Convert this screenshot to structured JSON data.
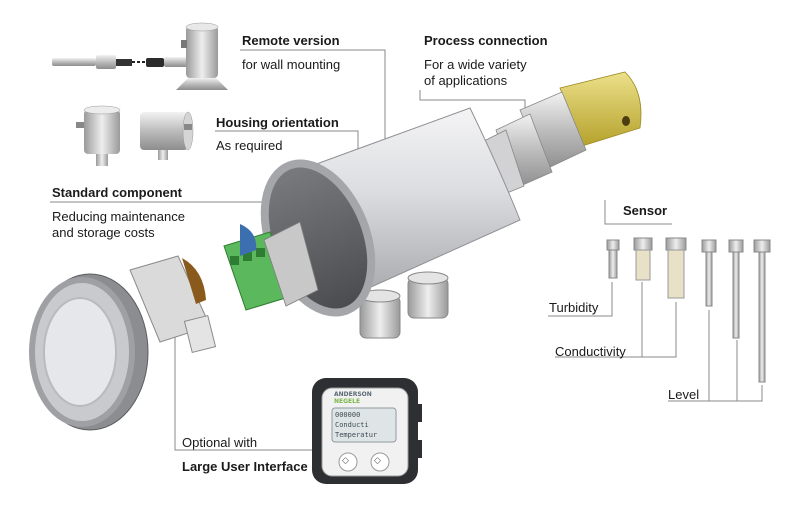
{
  "callouts": {
    "remote": {
      "title": "Remote version",
      "text": "for wall mounting"
    },
    "housing": {
      "title": "Housing orientation",
      "text": "As required"
    },
    "standard": {
      "title": "Standard component",
      "text_line1": "Reducing maintenance",
      "text_line2": "and storage costs"
    },
    "process": {
      "title": "Process connection",
      "text_line1": "For a wide variety",
      "text_line2": "of applications"
    },
    "sensor": {
      "title": "Sensor"
    },
    "turbidity": {
      "text": "Turbidity"
    },
    "conductivity": {
      "text": "Conductivity"
    },
    "level": {
      "text": "Level"
    },
    "ui": {
      "text": "Optional with",
      "title": "Large User Interface"
    }
  },
  "display": {
    "brand_line1": "ANDERSON",
    "brand_line2": "NEGELE",
    "screen_lines": [
      "000000",
      "Conducti",
      "Temperatur"
    ],
    "button_left": "◇",
    "button_right": "◇"
  },
  "colors": {
    "housing": "#d9dadc",
    "sensor_tip": "#d8c64a",
    "terminal": "#5cb85c",
    "leader": "#8a8a8a"
  }
}
